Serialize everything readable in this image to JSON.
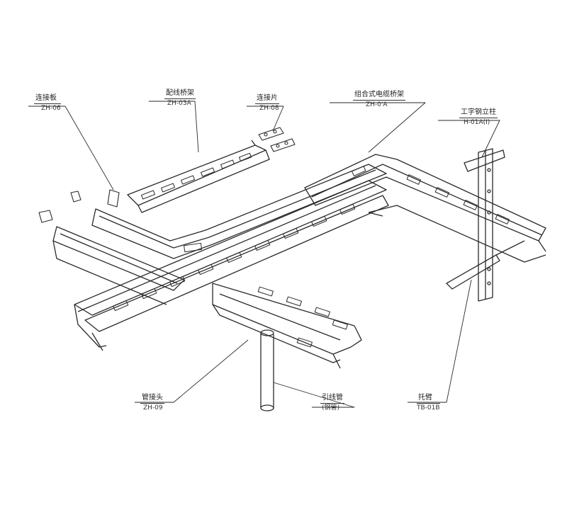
{
  "labels": [
    {
      "id": "connector-plate",
      "name": "连接板",
      "code": "ZH-06"
    },
    {
      "id": "wiring-tray",
      "name": "配线桥架",
      "code": "ZH-03A"
    },
    {
      "id": "splice-piece",
      "name": "连接片",
      "code": "ZH-08"
    },
    {
      "id": "combined-tray",
      "name": "组合式电缆桥架",
      "code": "ZH-0'A"
    },
    {
      "id": "i-beam-column",
      "name": "工字钢立柱",
      "code": "H-01A(I)"
    },
    {
      "id": "pipe-joint",
      "name": "管接头",
      "code": "ZH-09"
    },
    {
      "id": "lead-in-pipe",
      "name": "引线管",
      "code": "(钢管)"
    },
    {
      "id": "bracket-arm",
      "name": "托臂",
      "code": "TB-01B"
    }
  ],
  "colors": {
    "line": "#2a2a2a",
    "background": "#ffffff"
  }
}
